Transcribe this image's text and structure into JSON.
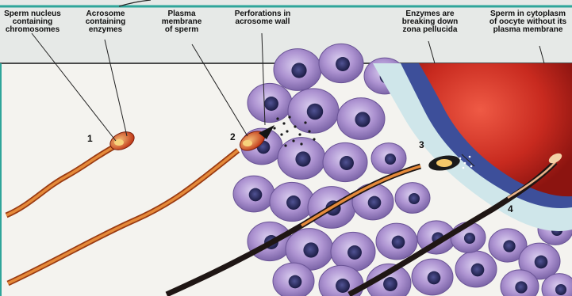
{
  "labels": {
    "sperm_nucleus": "Sperm nucleus\ncontaining\nchromosomes",
    "acrosome": "Acrosome\ncontaining\nenzymes",
    "plasma_membrane": "Plasma\nmembrane\nof sperm",
    "perforations": "Perforations in\nacrosome wall",
    "enzymes": "Enzymes are\nbreaking down\nzona pellucida",
    "sperm_in_cytoplasm": "Sperm in cytoplasm\nof oocyte without its\nplasma membrane"
  },
  "stages": [
    "1",
    "2",
    "3",
    "4"
  ],
  "colors": {
    "background": "#e4e8e6",
    "panel": "#f4f3ef",
    "teal_frame": "#2fa59a",
    "follicle_cell": "#a78fca",
    "follicle_nucleus": "#2e2f63",
    "zona_pellucida": "#cfe6ea",
    "perivitelline": "#3d4f9a",
    "oocyte": "#c22a1e",
    "sperm_tail": "#e0742a"
  }
}
